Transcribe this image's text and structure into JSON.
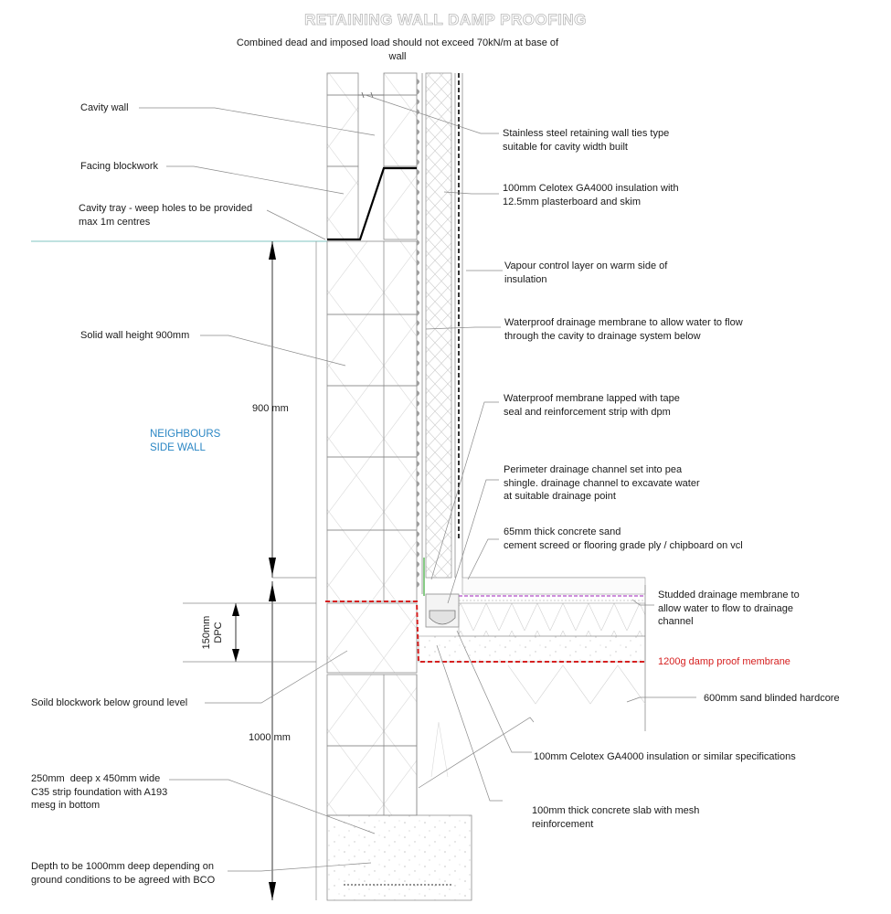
{
  "title": "RETAINING WALL DAMP PROOFING",
  "subtitle": "Combined dead and imposed load should not exceed 70kN/m at base of wall",
  "side_label": "NEIGHBOURS\nSIDE WALL",
  "dimensions": {
    "solid_wall": "900 mm",
    "below_ground": "1000 mm",
    "dpc": "150mm\nDPC"
  },
  "labels_left": {
    "cavity_wall": "Cavity wall",
    "facing_blockwork": "Facing blockwork",
    "cavity_tray": "Cavity tray - weep holes to be provided\nmax 1m centres",
    "solid_wall_height": "Solid wall height 900mm",
    "solid_blockwork": "Soild blockwork below ground level",
    "strip_foundation": "250mm  deep x 450mm wide\nC35 strip foundation with A193\nmesg in bottom",
    "depth": "Depth to be 1000mm deep depending on\nground conditions to be agreed with BCO"
  },
  "labels_right": {
    "wall_ties": "Stainless steel retaining wall ties type\nsuitable for cavity width built",
    "celotex_insulation": "100mm Celotex GA4000 insulation with\n12.5mm plasterboard and skim",
    "vcl": "Vapour control layer on warm side of\ninsulation",
    "drainage_membrane": "Waterproof drainage membrane to allow water to flow\nthrough the cavity to drainage system below",
    "membrane_lapped": "Waterproof membrane lapped with tape\nseal and reinforcement strip with dpm",
    "drainage_channel": "Perimeter drainage channel set into pea\nshingle. drainage channel to excavate water\nat suitable drainage point",
    "screed": "65mm thick concrete sand\ncement screed or flooring grade ply / chipboard on vcl",
    "studded_membrane": "Studded drainage membrane to\nallow water to flow to drainage\nchannel",
    "dpm": "1200g damp proof membrane",
    "hardcore": "600mm sand blinded hardcore",
    "floor_insulation": "100mm Celotex GA4000 insulation or similar specifications",
    "slab": "100mm thick concrete slab with mesh\nreinforcement"
  },
  "colors": {
    "dpm_red": "#d62020",
    "blue_text": "#2a86c4",
    "studded_purple": "#b04cc8",
    "membrane_green": "#3aaa35",
    "leader_grey": "#8a8a8a"
  }
}
